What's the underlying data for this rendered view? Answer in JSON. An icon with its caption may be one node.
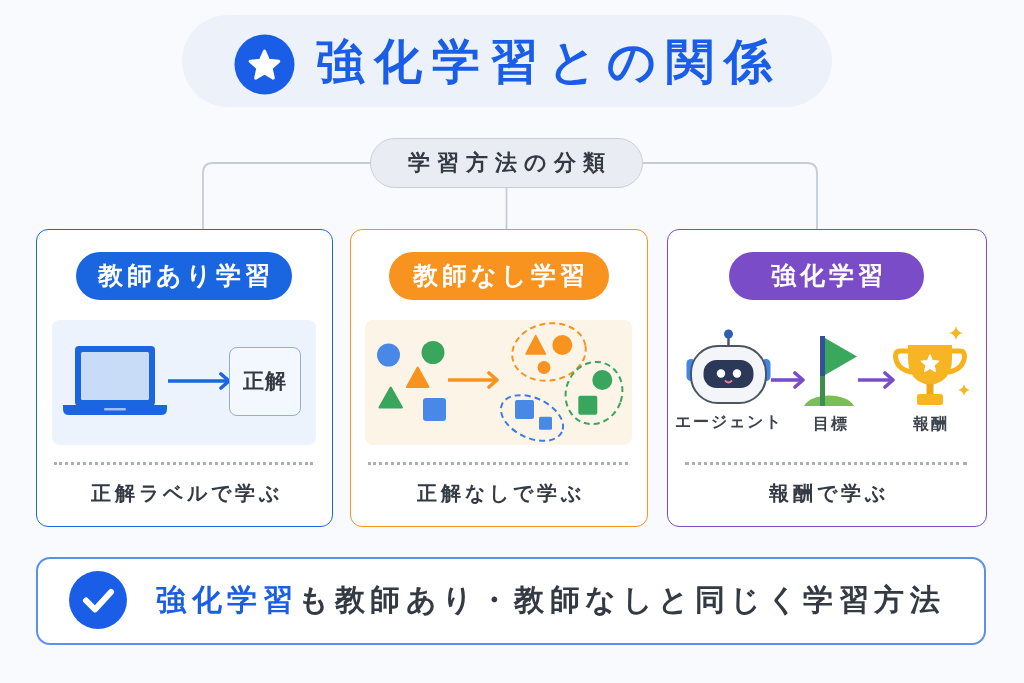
{
  "diagram": {
    "title": "強化学習との関係",
    "nodes": [
      {
        "text": [
          "学習方法の分類"
        ]
      },
      {
        "text": [
          "教師あり学習",
          "正解ラベルで学ぶ"
        ]
      },
      {
        "text": [],
        "shape": "picture",
        "in": 1
      },
      {
        "text": [
          "正解"
        ],
        "in": 1
      },
      {
        "text": [
          "教師なし学習",
          "正解なしで学ぶ"
        ]
      },
      {
        "text": [],
        "shape": "picture",
        "in": 4
      },
      {
        "text": [],
        "shape": "picture",
        "in": 4
      },
      {
        "text": [
          "強化学習",
          "報酬で学ぶ"
        ]
      },
      {
        "text": [],
        "shape": "picture",
        "in": 7,
        "beside": [
          "エージェント"
        ]
      },
      {
        "text": [],
        "shape": "picture",
        "in": 7,
        "beside": [
          "目標"
        ]
      },
      {
        "text": [],
        "shape": "picture",
        "in": 7,
        "beside": [
          "報酬"
        ]
      },
      {
        "text": [
          "**強化学習**も教師あり・教師なしと同じく学習方法"
        ]
      }
    ],
    "edges": [
      {
        "from": 0,
        "to": 1,
        "arrow": "none"
      },
      {
        "from": 0,
        "to": 4,
        "arrow": "none"
      },
      {
        "from": 0,
        "to": 7,
        "arrow": "none"
      },
      {
        "from": 2,
        "to": 3,
        "arrow": "to",
        "color": "#1a66e0"
      },
      {
        "from": 5,
        "to": 6,
        "arrow": "to",
        "color": "#f7931e"
      },
      {
        "from": 8,
        "to": 9,
        "arrow": "to",
        "color": "#7a4cc8"
      },
      {
        "from": 9,
        "to": 10,
        "arrow": "to",
        "color": "#7a4cc8"
      }
    ]
  }
}
